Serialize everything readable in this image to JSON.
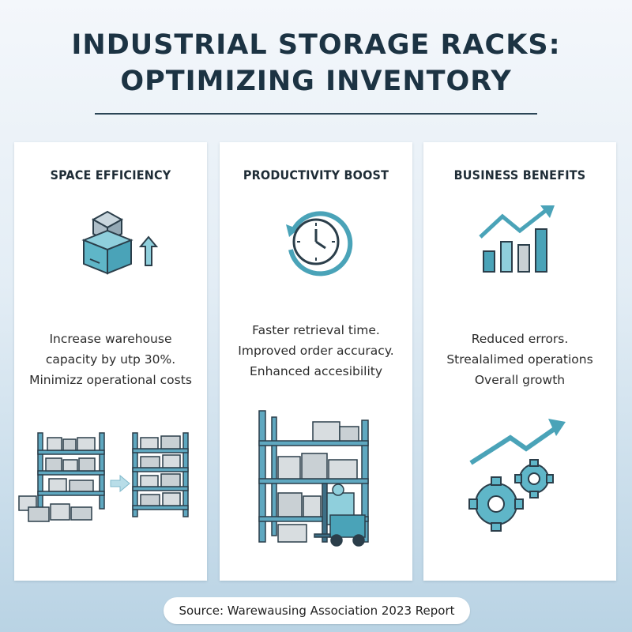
{
  "header": {
    "title_line1": "INDUSTRIAL STORAGE RACKS:",
    "title_line2": "OPTIMIZING INVENTORY"
  },
  "cards": [
    {
      "heading": "SPACE EFFICIENCY",
      "icon": "boxes-arrow-up-icon",
      "lines": [
        "Increase warehouse",
        "capacity by utp 30%.",
        "Minimizz operational costs"
      ],
      "illustration": "storage-racks-comparison"
    },
    {
      "heading": "PRODUCTIVITY BOOST",
      "icon": "clock-icon",
      "lines": [
        "Faster retrieval time.",
        "Improved order accuracy.",
        "Enhanced accesibility"
      ],
      "illustration": "forklift-rack"
    },
    {
      "heading": "BUSINESS BENEFITS",
      "icon": "bar-chart-growth-icon",
      "lines": [
        "Reduced errors.",
        "Strealalimed operations",
        "Overall growth"
      ],
      "illustration": "gears-growth-arrow"
    }
  ],
  "footer": {
    "source": "Source: Warewausing Association 2023 Report"
  },
  "colors": {
    "accent": "#4aa3b8",
    "accent_light": "#8fcfdc",
    "dark": "#1c3343",
    "steel": "#3d6f86"
  }
}
